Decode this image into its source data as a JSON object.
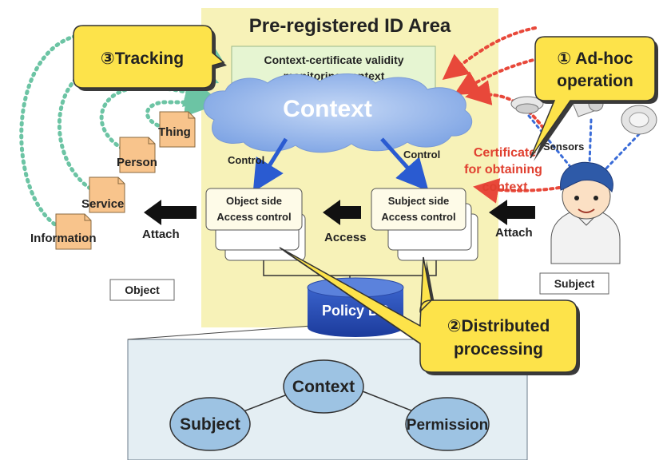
{
  "area_title": "Pre-registered ID Area",
  "monitoring_box": {
    "line1": "Context-certificate validity",
    "line2": "monitoring context"
  },
  "cloud_label": "Context",
  "control_left": "Control",
  "control_right": "Control",
  "object_control": {
    "line1": "Object side",
    "line2": "Access control"
  },
  "subject_control": {
    "line1": "Subject side",
    "line2": "Access control"
  },
  "attach_left": "Attach",
  "attach_right": "Attach",
  "access_label": "Access",
  "policy_db": "Policy DB",
  "object_items": [
    "Thing",
    "Person",
    "Service",
    "Information"
  ],
  "object_label": "Object",
  "subject_label": "Subject",
  "sensors_label": "Sensors",
  "certificate_text": [
    "Certificate",
    "for obtaining",
    "context"
  ],
  "callout_tracking": "③Tracking",
  "callout_adhoc": {
    "line1": "① Ad-hoc",
    "line2": "operation"
  },
  "callout_distributed": {
    "line1": "②Distributed",
    "line2": "processing"
  },
  "model": {
    "center": "Context",
    "left": "Subject",
    "right": "Permission"
  },
  "colors": {
    "area_bg": "#f7f2b8",
    "callout_fill": "#fde34a",
    "cloud_fill": "#8fb3ea",
    "cloud_text": "#ffffff",
    "db_fill": "#2b4fb8",
    "doc_fill": "#f8c48c",
    "model_bg": "#e4eef3",
    "ellipse_fill": "#9dc3e3",
    "red_text": "#e04030",
    "dotted_green": "#6cc4a4",
    "dotted_blue": "#3a6cd8",
    "dotted_red": "#e8483a"
  }
}
